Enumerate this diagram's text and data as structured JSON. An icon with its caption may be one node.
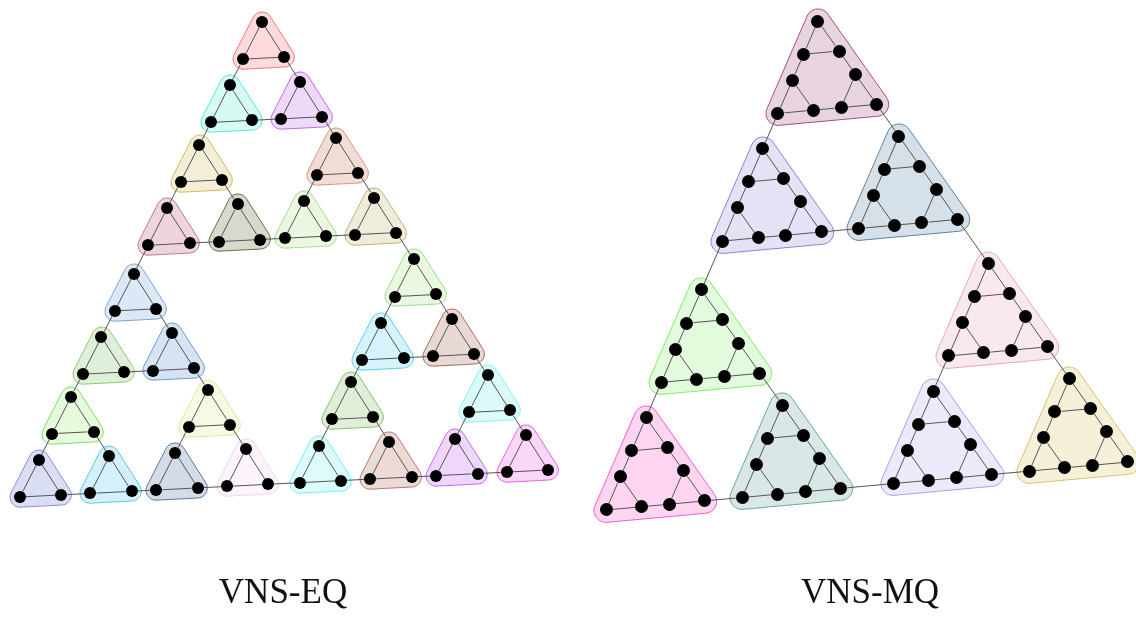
{
  "diagram": {
    "nodes": [
      {
        "text": [],
        "shape": "triangle"
      },
      {
        "text": [],
        "shape": "triangle"
      },
      {
        "text": [],
        "shape": "triangle"
      },
      {
        "text": [],
        "shape": "triangle"
      },
      {
        "text": [],
        "shape": "triangle"
      },
      {
        "text": [],
        "shape": "triangle"
      },
      {
        "text": [],
        "shape": "triangle"
      },
      {
        "text": [],
        "shape": "triangle"
      },
      {
        "text": [],
        "shape": "triangle"
      },
      {
        "text": [],
        "shape": "triangle"
      },
      {
        "text": [],
        "shape": "triangle"
      },
      {
        "text": [],
        "shape": "triangle"
      },
      {
        "text": [],
        "shape": "triangle"
      },
      {
        "text": [],
        "shape": "triangle"
      },
      {
        "text": [],
        "shape": "triangle"
      },
      {
        "text": [],
        "shape": "triangle"
      },
      {
        "text": [],
        "shape": "triangle"
      },
      {
        "text": [],
        "shape": "triangle"
      },
      {
        "text": [],
        "shape": "triangle"
      },
      {
        "text": [],
        "shape": "triangle"
      },
      {
        "text": [],
        "shape": "triangle"
      },
      {
        "text": [],
        "shape": "triangle"
      },
      {
        "text": [],
        "shape": "triangle"
      },
      {
        "text": [],
        "shape": "triangle"
      },
      {
        "text": [],
        "shape": "triangle"
      },
      {
        "text": [],
        "shape": "triangle"
      },
      {
        "text": [],
        "shape": "triangle"
      },
      {
        "text": [],
        "shape": "circle",
        "in": 0
      },
      {
        "text": [],
        "shape": "circle",
        "in": 0
      },
      {
        "text": [],
        "shape": "circle",
        "in": 0
      },
      {
        "text": [],
        "shape": "circle",
        "in": 1
      },
      {
        "text": [],
        "shape": "circle",
        "in": 1
      },
      {
        "text": [],
        "shape": "circle",
        "in": 1
      },
      {
        "text": [],
        "shape": "circle",
        "in": 2
      },
      {
        "text": [],
        "shape": "circle",
        "in": 2
      },
      {
        "text": [],
        "shape": "circle",
        "in": 2
      },
      {
        "text": [],
        "shape": "circle",
        "in": 3
      },
      {
        "text": [],
        "shape": "circle",
        "in": 3
      },
      {
        "text": [],
        "shape": "circle",
        "in": 3
      },
      {
        "text": [],
        "shape": "circle",
        "in": 4
      },
      {
        "text": [],
        "shape": "circle",
        "in": 4
      },
      {
        "text": [],
        "shape": "circle",
        "in": 4
      },
      {
        "text": [],
        "shape": "circle",
        "in": 5
      },
      {
        "text": [],
        "shape": "circle",
        "in": 5
      },
      {
        "text": [],
        "shape": "circle",
        "in": 5
      },
      {
        "text": [],
        "shape": "circle",
        "in": 6
      },
      {
        "text": [],
        "shape": "circle",
        "in": 6
      },
      {
        "text": [],
        "shape": "circle",
        "in": 6
      },
      {
        "text": [],
        "shape": "circle",
        "in": 7
      },
      {
        "text": [],
        "shape": "circle",
        "in": 7
      },
      {
        "text": [],
        "shape": "circle",
        "in": 7
      },
      {
        "text": [],
        "shape": "circle",
        "in": 8
      },
      {
        "text": [],
        "shape": "circle",
        "in": 8
      },
      {
        "text": [],
        "shape": "circle",
        "in": 8
      },
      {
        "text": [],
        "shape": "circle",
        "in": 9
      },
      {
        "text": [],
        "shape": "circle",
        "in": 9
      },
      {
        "text": [],
        "shape": "circle",
        "in": 9
      },
      {
        "text": [],
        "shape": "circle",
        "in": 10
      },
      {
        "text": [],
        "shape": "circle",
        "in": 10
      },
      {
        "text": [],
        "shape": "circle",
        "in": 10
      },
      {
        "text": [],
        "shape": "circle",
        "in": 11
      },
      {
        "text": [],
        "shape": "circle",
        "in": 11
      },
      {
        "text": [],
        "shape": "circle",
        "in": 11
      },
      {
        "text": [],
        "shape": "circle",
        "in": 12
      },
      {
        "text": [],
        "shape": "circle",
        "in": 12
      },
      {
        "text": [],
        "shape": "circle",
        "in": 12
      },
      {
        "text": [],
        "shape": "circle",
        "in": 13
      },
      {
        "text": [],
        "shape": "circle",
        "in": 13
      },
      {
        "text": [],
        "shape": "circle",
        "in": 13
      },
      {
        "text": [],
        "shape": "circle",
        "in": 14
      },
      {
        "text": [],
        "shape": "circle",
        "in": 14
      },
      {
        "text": [],
        "shape": "circle",
        "in": 14
      },
      {
        "text": [],
        "shape": "circle",
        "in": 15
      },
      {
        "text": [],
        "shape": "circle",
        "in": 15
      },
      {
        "text": [],
        "shape": "circle",
        "in": 15
      },
      {
        "text": [],
        "shape": "circle",
        "in": 16
      },
      {
        "text": [],
        "shape": "circle",
        "in": 16
      },
      {
        "text": [],
        "shape": "circle",
        "in": 16
      },
      {
        "text": [],
        "shape": "circle",
        "in": 17
      },
      {
        "text": [],
        "shape": "circle",
        "in": 17
      },
      {
        "text": [],
        "shape": "circle",
        "in": 17
      },
      {
        "text": [],
        "shape": "circle",
        "in": 18
      },
      {
        "text": [],
        "shape": "circle",
        "in": 18
      },
      {
        "text": [],
        "shape": "circle",
        "in": 18
      },
      {
        "text": [],
        "shape": "circle",
        "in": 19
      },
      {
        "text": [],
        "shape": "circle",
        "in": 19
      },
      {
        "text": [],
        "shape": "circle",
        "in": 19
      },
      {
        "text": [],
        "shape": "circle",
        "in": 20
      },
      {
        "text": [],
        "shape": "circle",
        "in": 20
      },
      {
        "text": [],
        "shape": "circle",
        "in": 20
      },
      {
        "text": [],
        "shape": "circle",
        "in": 21
      },
      {
        "text": [],
        "shape": "circle",
        "in": 21
      },
      {
        "text": [],
        "shape": "circle",
        "in": 21
      },
      {
        "text": [],
        "shape": "circle",
        "in": 22
      },
      {
        "text": [],
        "shape": "circle",
        "in": 22
      },
      {
        "text": [],
        "shape": "circle",
        "in": 22
      },
      {
        "text": [],
        "shape": "circle",
        "in": 23
      },
      {
        "text": [],
        "shape": "circle",
        "in": 23
      },
      {
        "text": [],
        "shape": "circle",
        "in": 23
      },
      {
        "text": [],
        "shape": "circle",
        "in": 24
      },
      {
        "text": [],
        "shape": "circle",
        "in": 24
      },
      {
        "text": [],
        "shape": "circle",
        "in": 24
      },
      {
        "text": [],
        "shape": "circle",
        "in": 25
      },
      {
        "text": [],
        "shape": "circle",
        "in": 25
      },
      {
        "text": [],
        "shape": "circle",
        "in": 25
      },
      {
        "text": [],
        "shape": "circle",
        "in": 26
      },
      {
        "text": [],
        "shape": "circle",
        "in": 26
      },
      {
        "text": [],
        "shape": "circle",
        "in": 26
      },
      {
        "text": [],
        "shape": "triangle"
      },
      {
        "text": [],
        "shape": "triangle"
      },
      {
        "text": [],
        "shape": "triangle"
      },
      {
        "text": [],
        "shape": "triangle"
      },
      {
        "text": [],
        "shape": "triangle"
      },
      {
        "text": [],
        "shape": "triangle"
      },
      {
        "text": [],
        "shape": "triangle"
      },
      {
        "text": [],
        "shape": "triangle"
      },
      {
        "text": [],
        "shape": "triangle"
      },
      {
        "text": [],
        "shape": "circle",
        "in": 108
      },
      {
        "text": [],
        "shape": "circle",
        "in": 108
      },
      {
        "text": [],
        "shape": "circle",
        "in": 108
      },
      {
        "text": [],
        "shape": "circle",
        "in": 108
      },
      {
        "text": [],
        "shape": "circle",
        "in": 108
      },
      {
        "text": [],
        "shape": "circle",
        "in": 108
      },
      {
        "text": [],
        "shape": "circle",
        "in": 108
      },
      {
        "text": [],
        "shape": "circle",
        "in": 108
      },
      {
        "text": [],
        "shape": "circle",
        "in": 108
      },
      {
        "text": [],
        "shape": "circle",
        "in": 109
      },
      {
        "text": [],
        "shape": "circle",
        "in": 109
      },
      {
        "text": [],
        "shape": "circle",
        "in": 109
      },
      {
        "text": [],
        "shape": "circle",
        "in": 109
      },
      {
        "text": [],
        "shape": "circle",
        "in": 109
      },
      {
        "text": [],
        "shape": "circle",
        "in": 109
      },
      {
        "text": [],
        "shape": "circle",
        "in": 109
      },
      {
        "text": [],
        "shape": "circle",
        "in": 109
      },
      {
        "text": [],
        "shape": "circle",
        "in": 109
      },
      {
        "text": [],
        "shape": "circle",
        "in": 110
      },
      {
        "text": [],
        "shape": "circle",
        "in": 110
      },
      {
        "text": [],
        "shape": "circle",
        "in": 110
      },
      {
        "text": [],
        "shape": "circle",
        "in": 110
      },
      {
        "text": [],
        "shape": "circle",
        "in": 110
      },
      {
        "text": [],
        "shape": "circle",
        "in": 110
      },
      {
        "text": [],
        "shape": "circle",
        "in": 110
      },
      {
        "text": [],
        "shape": "circle",
        "in": 110
      },
      {
        "text": [],
        "shape": "circle",
        "in": 110
      },
      {
        "text": [],
        "shape": "circle",
        "in": 111
      },
      {
        "text": [],
        "shape": "circle",
        "in": 111
      },
      {
        "text": [],
        "shape": "circle",
        "in": 111
      },
      {
        "text": [],
        "shape": "circle",
        "in": 111
      },
      {
        "text": [],
        "shape": "circle",
        "in": 111
      },
      {
        "text": [],
        "shape": "circle",
        "in": 111
      },
      {
        "text": [],
        "shape": "circle",
        "in": 111
      },
      {
        "text": [],
        "shape": "circle",
        "in": 111
      },
      {
        "text": [],
        "shape": "circle",
        "in": 111
      },
      {
        "text": [],
        "shape": "circle",
        "in": 112
      },
      {
        "text": [],
        "shape": "circle",
        "in": 112
      },
      {
        "text": [],
        "shape": "circle",
        "in": 112
      },
      {
        "text": [],
        "shape": "circle",
        "in": 112
      },
      {
        "text": [],
        "shape": "circle",
        "in": 112
      },
      {
        "text": [],
        "shape": "circle",
        "in": 112
      },
      {
        "text": [],
        "shape": "circle",
        "in": 112
      },
      {
        "text": [],
        "shape": "circle",
        "in": 112
      },
      {
        "text": [],
        "shape": "circle",
        "in": 112
      },
      {
        "text": [],
        "shape": "circle",
        "in": 113
      },
      {
        "text": [],
        "shape": "circle",
        "in": 113
      },
      {
        "text": [],
        "shape": "circle",
        "in": 113
      },
      {
        "text": [],
        "shape": "circle",
        "in": 113
      },
      {
        "text": [],
        "shape": "circle",
        "in": 113
      },
      {
        "text": [],
        "shape": "circle",
        "in": 113
      },
      {
        "text": [],
        "shape": "circle",
        "in": 113
      },
      {
        "text": [],
        "shape": "circle",
        "in": 113
      },
      {
        "text": [],
        "shape": "circle",
        "in": 113
      },
      {
        "text": [],
        "shape": "circle",
        "in": 114
      },
      {
        "text": [],
        "shape": "circle",
        "in": 114
      },
      {
        "text": [],
        "shape": "circle",
        "in": 114
      },
      {
        "text": [],
        "shape": "circle",
        "in": 114
      },
      {
        "text": [],
        "shape": "circle",
        "in": 114
      },
      {
        "text": [],
        "shape": "circle",
        "in": 114
      },
      {
        "text": [],
        "shape": "circle",
        "in": 114
      },
      {
        "text": [],
        "shape": "circle",
        "in": 114
      },
      {
        "text": [],
        "shape": "circle",
        "in": 114
      },
      {
        "text": [],
        "shape": "circle",
        "in": 115
      },
      {
        "text": [],
        "shape": "circle",
        "in": 115
      },
      {
        "text": [],
        "shape": "circle",
        "in": 115
      },
      {
        "text": [],
        "shape": "circle",
        "in": 115
      },
      {
        "text": [],
        "shape": "circle",
        "in": 115
      },
      {
        "text": [],
        "shape": "circle",
        "in": 115
      },
      {
        "text": [],
        "shape": "circle",
        "in": 115
      },
      {
        "text": [],
        "shape": "circle",
        "in": 115
      },
      {
        "text": [],
        "shape": "circle",
        "in": 115
      },
      {
        "text": [],
        "shape": "circle",
        "in": 116
      },
      {
        "text": [],
        "shape": "circle",
        "in": 116
      },
      {
        "text": [],
        "shape": "circle",
        "in": 116
      },
      {
        "text": [],
        "shape": "circle",
        "in": 116
      },
      {
        "text": [],
        "shape": "circle",
        "in": 116
      },
      {
        "text": [],
        "shape": "circle",
        "in": 116
      },
      {
        "text": [],
        "shape": "circle",
        "in": 116
      },
      {
        "text": [],
        "shape": "circle",
        "in": 116
      },
      {
        "text": [],
        "shape": "circle",
        "in": 116
      }
    ],
    "edges": [
      {
        "from": 27,
        "to": 28,
        "arrow": "none"
      },
      {
        "from": 27,
        "to": 29,
        "arrow": "none"
      },
      {
        "from": 28,
        "to": 29,
        "arrow": "none"
      },
      {
        "from": 30,
        "to": 31,
        "arrow": "none"
      },
      {
        "from": 30,
        "to": 32,
        "arrow": "none"
      },
      {
        "from": 31,
        "to": 32,
        "arrow": "none"
      },
      {
        "from": 33,
        "to": 34,
        "arrow": "none"
      },
      {
        "from": 33,
        "to": 35,
        "arrow": "none"
      },
      {
        "from": 34,
        "to": 35,
        "arrow": "none"
      },
      {
        "from": 36,
        "to": 37,
        "arrow": "none"
      },
      {
        "from": 36,
        "to": 38,
        "arrow": "none"
      },
      {
        "from": 37,
        "to": 38,
        "arrow": "none"
      },
      {
        "from": 39,
        "to": 40,
        "arrow": "none"
      },
      {
        "from": 39,
        "to": 41,
        "arrow": "none"
      },
      {
        "from": 40,
        "to": 41,
        "arrow": "none"
      },
      {
        "from": 42,
        "to": 43,
        "arrow": "none"
      },
      {
        "from": 42,
        "to": 44,
        "arrow": "none"
      },
      {
        "from": 43,
        "to": 44,
        "arrow": "none"
      },
      {
        "from": 45,
        "to": 46,
        "arrow": "none"
      },
      {
        "from": 45,
        "to": 47,
        "arrow": "none"
      },
      {
        "from": 46,
        "to": 47,
        "arrow": "none"
      },
      {
        "from": 48,
        "to": 49,
        "arrow": "none"
      },
      {
        "from": 48,
        "to": 50,
        "arrow": "none"
      },
      {
        "from": 49,
        "to": 50,
        "arrow": "none"
      },
      {
        "from": 51,
        "to": 52,
        "arrow": "none"
      },
      {
        "from": 51,
        "to": 53,
        "arrow": "none"
      },
      {
        "from": 52,
        "to": 53,
        "arrow": "none"
      },
      {
        "from": 54,
        "to": 55,
        "arrow": "none"
      },
      {
        "from": 54,
        "to": 56,
        "arrow": "none"
      },
      {
        "from": 55,
        "to": 56,
        "arrow": "none"
      },
      {
        "from": 57,
        "to": 58,
        "arrow": "none"
      },
      {
        "from": 57,
        "to": 59,
        "arrow": "none"
      },
      {
        "from": 58,
        "to": 59,
        "arrow": "none"
      },
      {
        "from": 60,
        "to": 61,
        "arrow": "none"
      },
      {
        "from": 60,
        "to": 62,
        "arrow": "none"
      },
      {
        "from": 61,
        "to": 62,
        "arrow": "none"
      },
      {
        "from": 63,
        "to": 64,
        "arrow": "none"
      },
      {
        "from": 63,
        "to": 65,
        "arrow": "none"
      },
      {
        "from": 64,
        "to": 65,
        "arrow": "none"
      },
      {
        "from": 66,
        "to": 67,
        "arrow": "none"
      },
      {
        "from": 66,
        "to": 68,
        "arrow": "none"
      },
      {
        "from": 67,
        "to": 68,
        "arrow": "none"
      },
      {
        "from": 69,
        "to": 70,
        "arrow": "none"
      },
      {
        "from": 69,
        "to": 71,
        "arrow": "none"
      },
      {
        "from": 70,
        "to": 71,
        "arrow": "none"
      },
      {
        "from": 72,
        "to": 73,
        "arrow": "none"
      },
      {
        "from": 72,
        "to": 74,
        "arrow": "none"
      },
      {
        "from": 73,
        "to": 74,
        "arrow": "none"
      },
      {
        "from": 75,
        "to": 76,
        "arrow": "none"
      },
      {
        "from": 75,
        "to": 77,
        "arrow": "none"
      },
      {
        "from": 76,
        "to": 77,
        "arrow": "none"
      },
      {
        "from": 78,
        "to": 79,
        "arrow": "none"
      },
      {
        "from": 78,
        "to": 80,
        "arrow": "none"
      },
      {
        "from": 79,
        "to": 80,
        "arrow": "none"
      },
      {
        "from": 81,
        "to": 82,
        "arrow": "none"
      },
      {
        "from": 81,
        "to": 83,
        "arrow": "none"
      },
      {
        "from": 82,
        "to": 83,
        "arrow": "none"
      },
      {
        "from": 84,
        "to": 85,
        "arrow": "none"
      },
      {
        "from": 84,
        "to": 86,
        "arrow": "none"
      },
      {
        "from": 85,
        "to": 86,
        "arrow": "none"
      },
      {
        "from": 87,
        "to": 88,
        "arrow": "none"
      },
      {
        "from": 87,
        "to": 89,
        "arrow": "none"
      },
      {
        "from": 88,
        "to": 89,
        "arrow": "none"
      },
      {
        "from": 90,
        "to": 91,
        "arrow": "none"
      },
      {
        "from": 90,
        "to": 92,
        "arrow": "none"
      },
      {
        "from": 91,
        "to": 92,
        "arrow": "none"
      },
      {
        "from": 93,
        "to": 94,
        "arrow": "none"
      },
      {
        "from": 93,
        "to": 95,
        "arrow": "none"
      },
      {
        "from": 94,
        "to": 95,
        "arrow": "none"
      },
      {
        "from": 96,
        "to": 97,
        "arrow": "none"
      },
      {
        "from": 96,
        "to": 98,
        "arrow": "none"
      },
      {
        "from": 97,
        "to": 98,
        "arrow": "none"
      },
      {
        "from": 99,
        "to": 100,
        "arrow": "none"
      },
      {
        "from": 99,
        "to": 101,
        "arrow": "none"
      },
      {
        "from": 100,
        "to": 101,
        "arrow": "none"
      },
      {
        "from": 102,
        "to": 103,
        "arrow": "none"
      },
      {
        "from": 102,
        "to": 104,
        "arrow": "none"
      },
      {
        "from": 103,
        "to": 104,
        "arrow": "none"
      },
      {
        "from": 105,
        "to": 106,
        "arrow": "none"
      },
      {
        "from": 105,
        "to": 107,
        "arrow": "none"
      },
      {
        "from": 106,
        "to": 107,
        "arrow": "none"
      },
      {
        "from": 28,
        "to": 30,
        "arrow": "none"
      },
      {
        "from": 29,
        "to": 33,
        "arrow": "none"
      },
      {
        "from": 32,
        "to": 34,
        "arrow": "none"
      },
      {
        "from": 37,
        "to": 39,
        "arrow": "none"
      },
      {
        "from": 38,
        "to": 42,
        "arrow": "none"
      },
      {
        "from": 41,
        "to": 43,
        "arrow": "none"
      },
      {
        "from": 46,
        "to": 48,
        "arrow": "none"
      },
      {
        "from": 47,
        "to": 51,
        "arrow": "none"
      },
      {
        "from": 50,
        "to": 52,
        "arrow": "none"
      },
      {
        "from": 55,
        "to": 57,
        "arrow": "none"
      },
      {
        "from": 56,
        "to": 60,
        "arrow": "none"
      },
      {
        "from": 59,
        "to": 61,
        "arrow": "none"
      },
      {
        "from": 64,
        "to": 66,
        "arrow": "none"
      },
      {
        "from": 65,
        "to": 69,
        "arrow": "none"
      },
      {
        "from": 68,
        "to": 70,
        "arrow": "none"
      },
      {
        "from": 73,
        "to": 75,
        "arrow": "none"
      },
      {
        "from": 74,
        "to": 78,
        "arrow": "none"
      },
      {
        "from": 77,
        "to": 79,
        "arrow": "none"
      },
      {
        "from": 82,
        "to": 84,
        "arrow": "none"
      },
      {
        "from": 83,
        "to": 87,
        "arrow": "none"
      },
      {
        "from": 86,
        "to": 88,
        "arrow": "none"
      },
      {
        "from": 91,
        "to": 93,
        "arrow": "none"
      },
      {
        "from": 92,
        "to": 96,
        "arrow": "none"
      },
      {
        "from": 95,
        "to": 97,
        "arrow": "none"
      },
      {
        "from": 100,
        "to": 102,
        "arrow": "none"
      },
      {
        "from": 101,
        "to": 105,
        "arrow": "none"
      },
      {
        "from": 104,
        "to": 106,
        "arrow": "none"
      },
      {
        "from": 31,
        "to": 36,
        "arrow": "none"
      },
      {
        "from": 35,
        "to": 45,
        "arrow": "none"
      },
      {
        "from": 44,
        "to": 49,
        "arrow": "none"
      },
      {
        "from": 58,
        "to": 63,
        "arrow": "none"
      },
      {
        "from": 62,
        "to": 72,
        "arrow": "none"
      },
      {
        "from": 71,
        "to": 76,
        "arrow": "none"
      },
      {
        "from": 85,
        "to": 90,
        "arrow": "none"
      },
      {
        "from": 89,
        "to": 99,
        "arrow": "none"
      },
      {
        "from": 98,
        "to": 103,
        "arrow": "none"
      },
      {
        "from": 40,
        "to": 54,
        "arrow": "none"
      },
      {
        "from": 53,
        "to": 81,
        "arrow": "none"
      },
      {
        "from": 80,
        "to": 94,
        "arrow": "none"
      },
      {
        "from": 117,
        "to": 118,
        "arrow": "none"
      },
      {
        "from": 117,
        "to": 119,
        "arrow": "none"
      },
      {
        "from": 118,
        "to": 119,
        "arrow": "none"
      },
      {
        "from": 120,
        "to": 121,
        "arrow": "none"
      },
      {
        "from": 120,
        "to": 122,
        "arrow": "none"
      },
      {
        "from": 121,
        "to": 122,
        "arrow": "none"
      },
      {
        "from": 123,
        "to": 124,
        "arrow": "none"
      },
      {
        "from": 123,
        "to": 125,
        "arrow": "none"
      },
      {
        "from": 124,
        "to": 125,
        "arrow": "none"
      },
      {
        "from": 126,
        "to": 127,
        "arrow": "none"
      },
      {
        "from": 126,
        "to": 128,
        "arrow": "none"
      },
      {
        "from": 127,
        "to": 128,
        "arrow": "none"
      },
      {
        "from": 129,
        "to": 130,
        "arrow": "none"
      },
      {
        "from": 129,
        "to": 131,
        "arrow": "none"
      },
      {
        "from": 130,
        "to": 131,
        "arrow": "none"
      },
      {
        "from": 132,
        "to": 133,
        "arrow": "none"
      },
      {
        "from": 132,
        "to": 134,
        "arrow": "none"
      },
      {
        "from": 133,
        "to": 134,
        "arrow": "none"
      },
      {
        "from": 135,
        "to": 136,
        "arrow": "none"
      },
      {
        "from": 135,
        "to": 137,
        "arrow": "none"
      },
      {
        "from": 136,
        "to": 137,
        "arrow": "none"
      },
      {
        "from": 138,
        "to": 139,
        "arrow": "none"
      },
      {
        "from": 138,
        "to": 140,
        "arrow": "none"
      },
      {
        "from": 139,
        "to": 140,
        "arrow": "none"
      },
      {
        "from": 141,
        "to": 142,
        "arrow": "none"
      },
      {
        "from": 141,
        "to": 143,
        "arrow": "none"
      },
      {
        "from": 142,
        "to": 143,
        "arrow": "none"
      },
      {
        "from": 144,
        "to": 145,
        "arrow": "none"
      },
      {
        "from": 144,
        "to": 146,
        "arrow": "none"
      },
      {
        "from": 145,
        "to": 146,
        "arrow": "none"
      },
      {
        "from": 147,
        "to": 148,
        "arrow": "none"
      },
      {
        "from": 147,
        "to": 149,
        "arrow": "none"
      },
      {
        "from": 148,
        "to": 149,
        "arrow": "none"
      },
      {
        "from": 150,
        "to": 151,
        "arrow": "none"
      },
      {
        "from": 150,
        "to": 152,
        "arrow": "none"
      },
      {
        "from": 151,
        "to": 152,
        "arrow": "none"
      },
      {
        "from": 153,
        "to": 154,
        "arrow": "none"
      },
      {
        "from": 153,
        "to": 155,
        "arrow": "none"
      },
      {
        "from": 154,
        "to": 155,
        "arrow": "none"
      },
      {
        "from": 156,
        "to": 157,
        "arrow": "none"
      },
      {
        "from": 156,
        "to": 158,
        "arrow": "none"
      },
      {
        "from": 157,
        "to": 158,
        "arrow": "none"
      },
      {
        "from": 159,
        "to": 160,
        "arrow": "none"
      },
      {
        "from": 159,
        "to": 161,
        "arrow": "none"
      },
      {
        "from": 160,
        "to": 161,
        "arrow": "none"
      },
      {
        "from": 162,
        "to": 163,
        "arrow": "none"
      },
      {
        "from": 162,
        "to": 164,
        "arrow": "none"
      },
      {
        "from": 163,
        "to": 164,
        "arrow": "none"
      },
      {
        "from": 165,
        "to": 166,
        "arrow": "none"
      },
      {
        "from": 165,
        "to": 167,
        "arrow": "none"
      },
      {
        "from": 166,
        "to": 167,
        "arrow": "none"
      },
      {
        "from": 168,
        "to": 169,
        "arrow": "none"
      },
      {
        "from": 168,
        "to": 170,
        "arrow": "none"
      },
      {
        "from": 169,
        "to": 170,
        "arrow": "none"
      },
      {
        "from": 171,
        "to": 172,
        "arrow": "none"
      },
      {
        "from": 171,
        "to": 173,
        "arrow": "none"
      },
      {
        "from": 172,
        "to": 173,
        "arrow": "none"
      },
      {
        "from": 174,
        "to": 175,
        "arrow": "none"
      },
      {
        "from": 174,
        "to": 176,
        "arrow": "none"
      },
      {
        "from": 175,
        "to": 176,
        "arrow": "none"
      },
      {
        "from": 177,
        "to": 178,
        "arrow": "none"
      },
      {
        "from": 177,
        "to": 179,
        "arrow": "none"
      },
      {
        "from": 178,
        "to": 179,
        "arrow": "none"
      },
      {
        "from": 180,
        "to": 181,
        "arrow": "none"
      },
      {
        "from": 180,
        "to": 182,
        "arrow": "none"
      },
      {
        "from": 181,
        "to": 182,
        "arrow": "none"
      },
      {
        "from": 183,
        "to": 184,
        "arrow": "none"
      },
      {
        "from": 183,
        "to": 185,
        "arrow": "none"
      },
      {
        "from": 184,
        "to": 185,
        "arrow": "none"
      },
      {
        "from": 186,
        "to": 187,
        "arrow": "none"
      },
      {
        "from": 186,
        "to": 188,
        "arrow": "none"
      },
      {
        "from": 187,
        "to": 188,
        "arrow": "none"
      },
      {
        "from": 189,
        "to": 190,
        "arrow": "none"
      },
      {
        "from": 189,
        "to": 191,
        "arrow": "none"
      },
      {
        "from": 190,
        "to": 191,
        "arrow": "none"
      },
      {
        "from": 192,
        "to": 193,
        "arrow": "none"
      },
      {
        "from": 192,
        "to": 194,
        "arrow": "none"
      },
      {
        "from": 193,
        "to": 194,
        "arrow": "none"
      },
      {
        "from": 195,
        "to": 196,
        "arrow": "none"
      },
      {
        "from": 195,
        "to": 197,
        "arrow": "none"
      },
      {
        "from": 196,
        "to": 197,
        "arrow": "none"
      },
      {
        "from": 118,
        "to": 120,
        "arrow": "none"
      },
      {
        "from": 119,
        "to": 123,
        "arrow": "none"
      },
      {
        "from": 122,
        "to": 124,
        "arrow": "none"
      },
      {
        "from": 127,
        "to": 129,
        "arrow": "none"
      },
      {
        "from": 128,
        "to": 132,
        "arrow": "none"
      },
      {
        "from": 131,
        "to": 133,
        "arrow": "none"
      },
      {
        "from": 136,
        "to": 138,
        "arrow": "none"
      },
      {
        "from": 137,
        "to": 141,
        "arrow": "none"
      },
      {
        "from": 140,
        "to": 142,
        "arrow": "none"
      },
      {
        "from": 145,
        "to": 147,
        "arrow": "none"
      },
      {
        "from": 146,
        "to": 150,
        "arrow": "none"
      },
      {
        "from": 149,
        "to": 151,
        "arrow": "none"
      },
      {
        "from": 154,
        "to": 156,
        "arrow": "none"
      },
      {
        "from": 155,
        "to": 159,
        "arrow": "none"
      },
      {
        "from": 158,
        "to": 160,
        "arrow": "none"
      },
      {
        "from": 163,
        "to": 165,
        "arrow": "none"
      },
      {
        "from": 164,
        "to": 168,
        "arrow": "none"
      },
      {
        "from": 167,
        "to": 169,
        "arrow": "none"
      },
      {
        "from": 172,
        "to": 174,
        "arrow": "none"
      },
      {
        "from": 173,
        "to": 177,
        "arrow": "none"
      },
      {
        "from": 176,
        "to": 178,
        "arrow": "none"
      },
      {
        "from": 181,
        "to": 183,
        "arrow": "none"
      },
      {
        "from": 182,
        "to": 186,
        "arrow": "none"
      },
      {
        "from": 185,
        "to": 187,
        "arrow": "none"
      },
      {
        "from": 190,
        "to": 192,
        "arrow": "none"
      },
      {
        "from": 191,
        "to": 195,
        "arrow": "none"
      },
      {
        "from": 194,
        "to": 196,
        "arrow": "none"
      },
      {
        "from": 121,
        "to": 126,
        "arrow": "none"
      },
      {
        "from": 125,
        "to": 135,
        "arrow": "none"
      },
      {
        "from": 134,
        "to": 139,
        "arrow": "none"
      },
      {
        "from": 148,
        "to": 153,
        "arrow": "none"
      },
      {
        "from": 152,
        "to": 162,
        "arrow": "none"
      },
      {
        "from": 161,
        "to": 166,
        "arrow": "none"
      },
      {
        "from": 175,
        "to": 180,
        "arrow": "none"
      },
      {
        "from": 179,
        "to": 189,
        "arrow": "none"
      },
      {
        "from": 188,
        "to": 193,
        "arrow": "none"
      },
      {
        "from": 130,
        "to": 144,
        "arrow": "none"
      },
      {
        "from": 143,
        "to": 171,
        "arrow": "none"
      },
      {
        "from": 170,
        "to": 184,
        "arrow": "none"
      }
    ],
    "labels": [
      "VNS-EQ",
      "VNS-MQ"
    ]
  }
}
